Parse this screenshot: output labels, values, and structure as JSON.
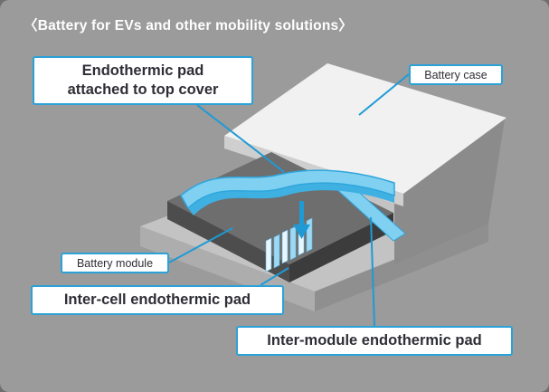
{
  "title": "〈Battery for EVs and other mobility solutions〉",
  "labels": {
    "top_cover_pad": {
      "line1": "Endothermic pad",
      "line2": "attached to top cover"
    },
    "battery_case": "Battery case",
    "battery_module": "Battery module",
    "inter_cell": "Inter-cell endothermic pad",
    "inter_module": "Inter-module endothermic pad"
  },
  "colors": {
    "background": "#9b9b9b",
    "accent_blue": "#1f9ad5",
    "box_border": "#2aa2d8",
    "pad_blue": "#7fd0f1",
    "pad_blue_dark": "#3fb0e2",
    "cover_white": "#f1f1f1",
    "module_gray": "#6e6e6e"
  }
}
